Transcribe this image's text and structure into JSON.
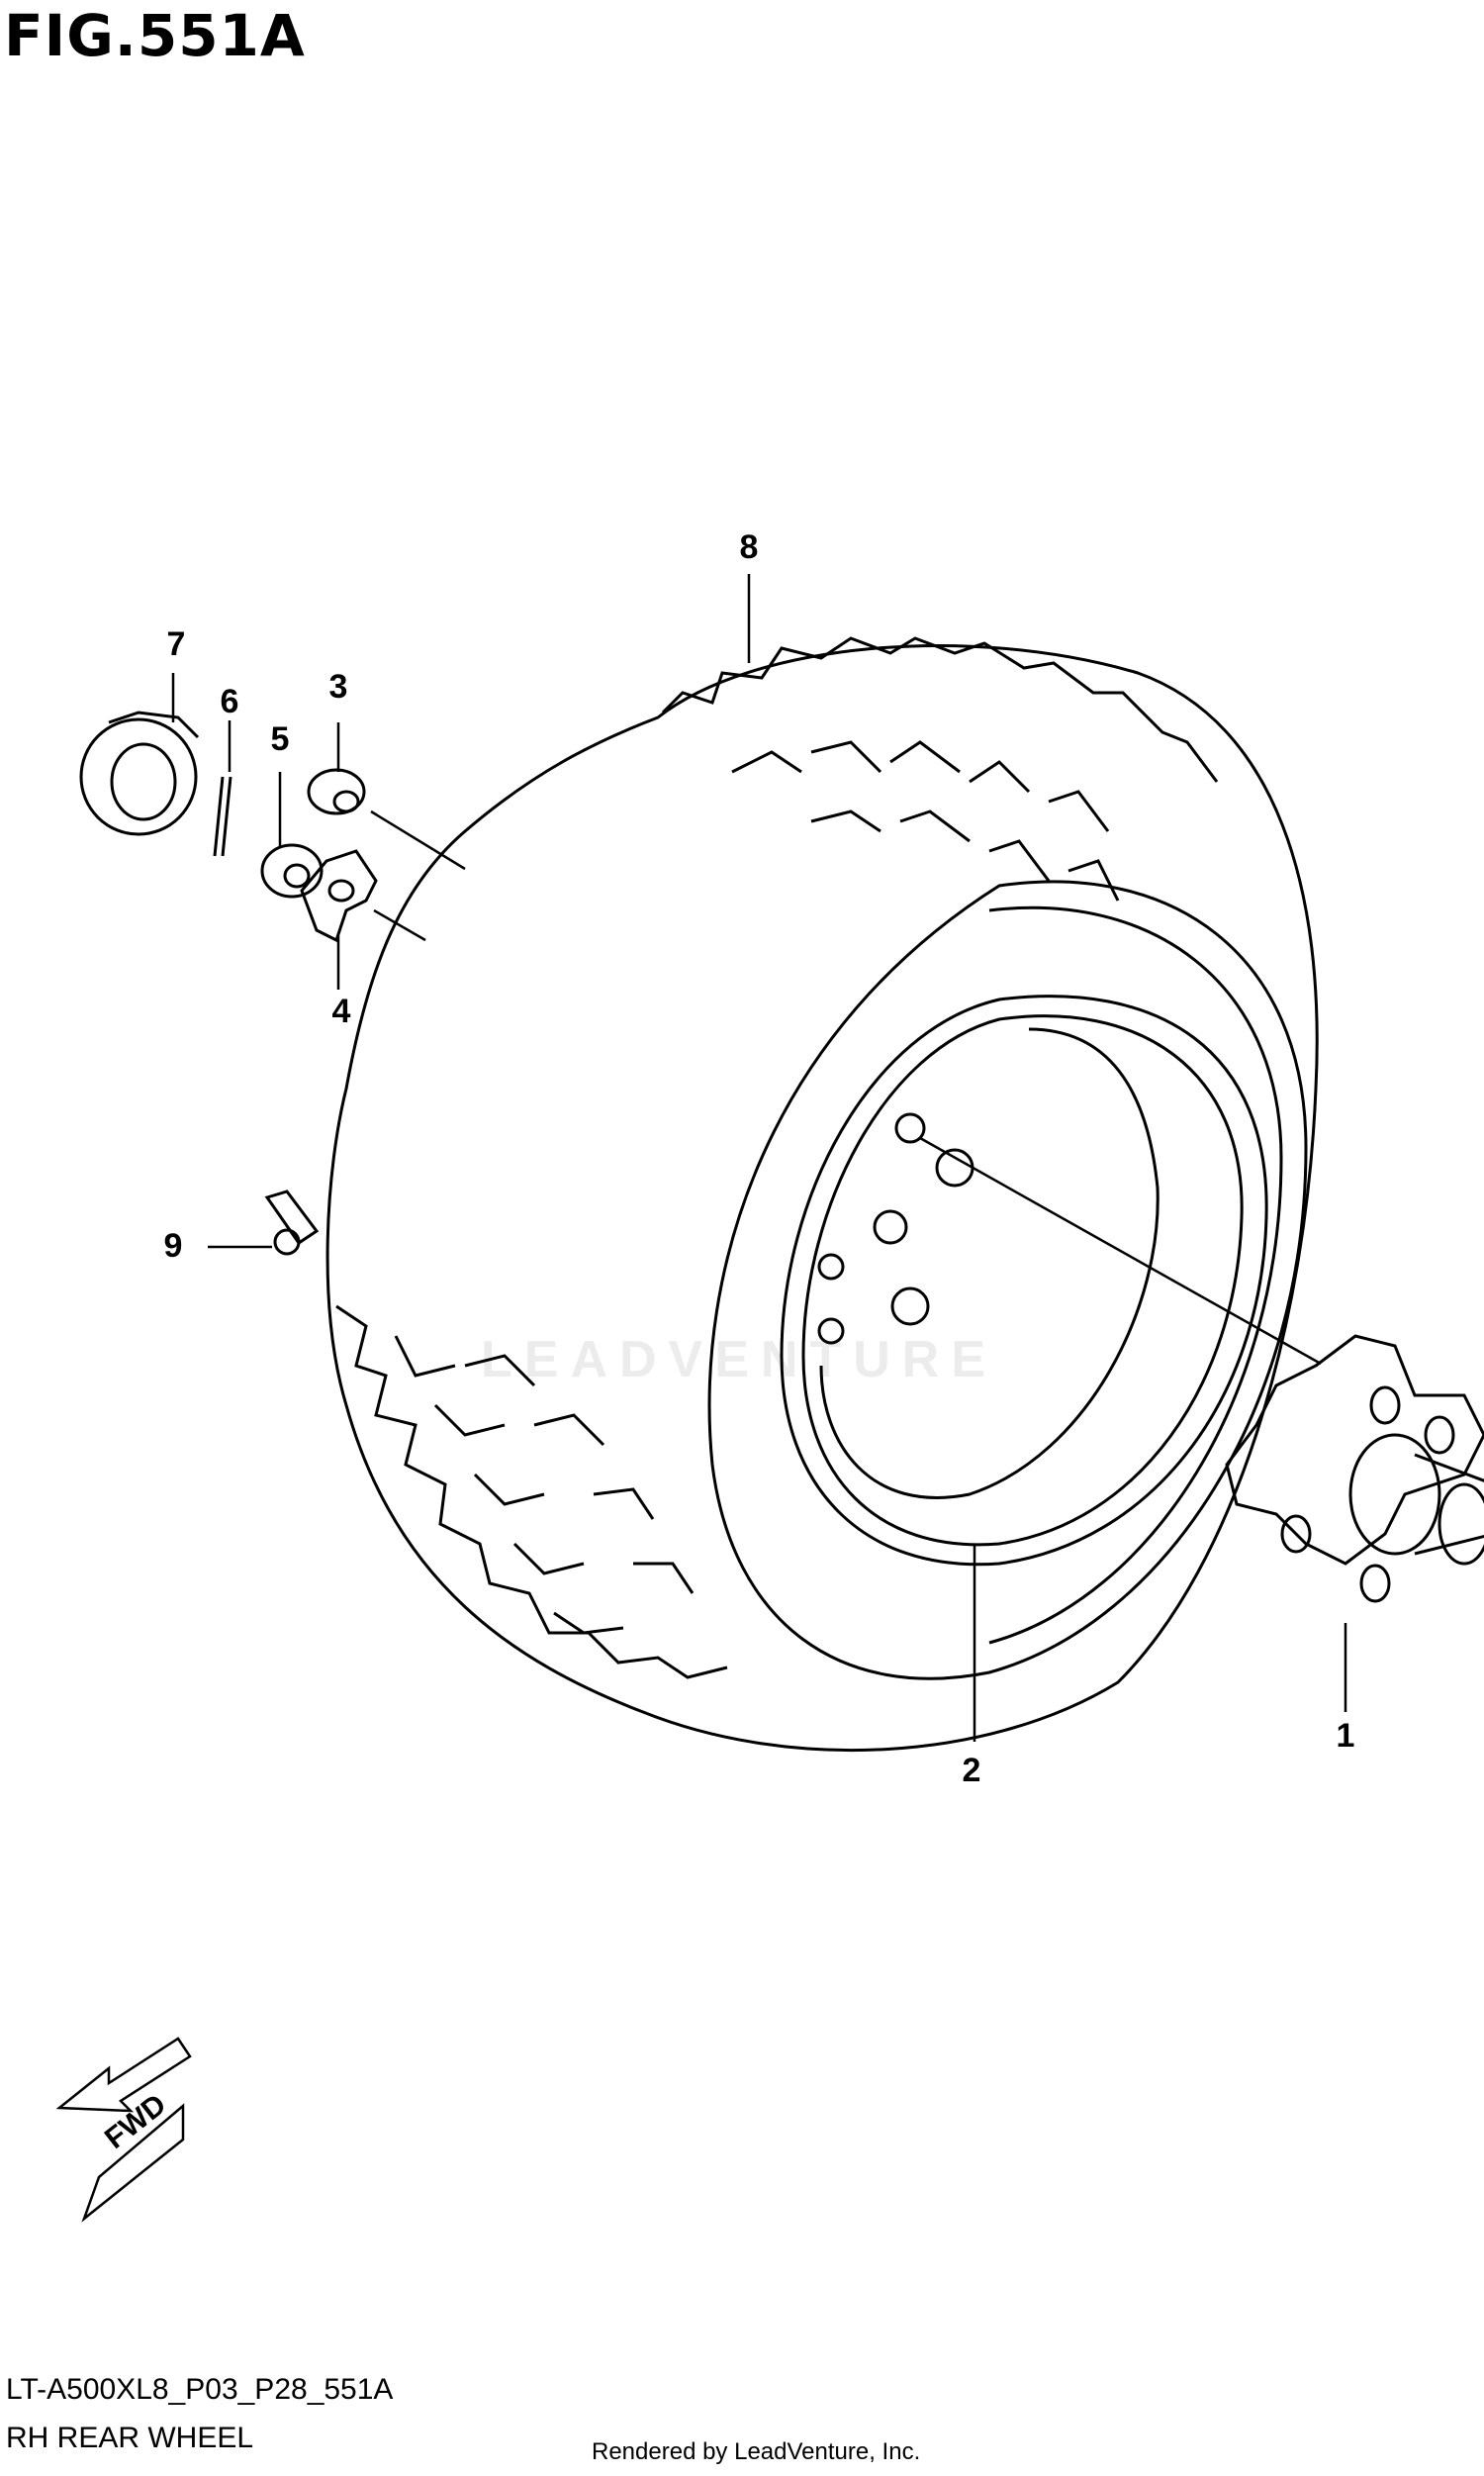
{
  "figure_title": "FIG.551A",
  "callouts": [
    "1",
    "2",
    "3",
    "4",
    "5",
    "6",
    "7",
    "8",
    "9"
  ],
  "fwd_arrow_label": "FWD",
  "drawing_code": "LT-A500XL8_P03_P28_551A",
  "caption": "RH REAR WHEEL",
  "credit": "Rendered by LeadVenture, Inc.",
  "watermark": "LEADVENTURE"
}
